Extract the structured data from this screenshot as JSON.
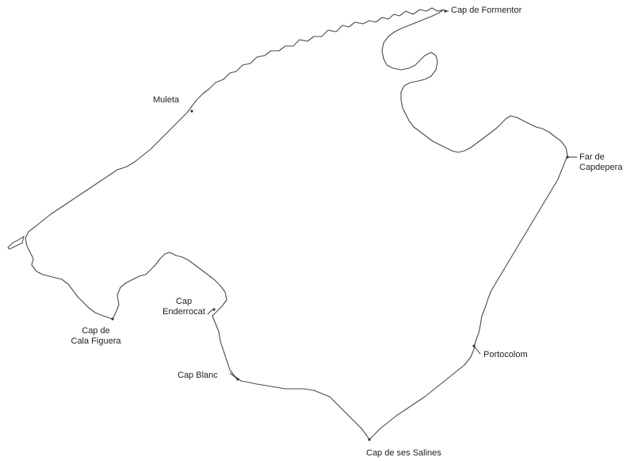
{
  "map": {
    "places": {
      "formentor": "Cap de Formentor",
      "muleta": "Muleta",
      "capdepera_line1": "Far de",
      "capdepera_line2": "Capdepera",
      "cala_figuera_line1": "Cap de",
      "cala_figuera_line2": "Cala Figuera",
      "enderrocat_line1": "Cap",
      "enderrocat_line2": "Enderrocat",
      "portocolom": "Portocolom",
      "cap_blanc": "Cap Blanc",
      "ses_salines": "Cap de ses Salines"
    },
    "colors": {
      "coast": "#4a4a4a",
      "labels": "#222222",
      "background": "#ffffff"
    }
  }
}
